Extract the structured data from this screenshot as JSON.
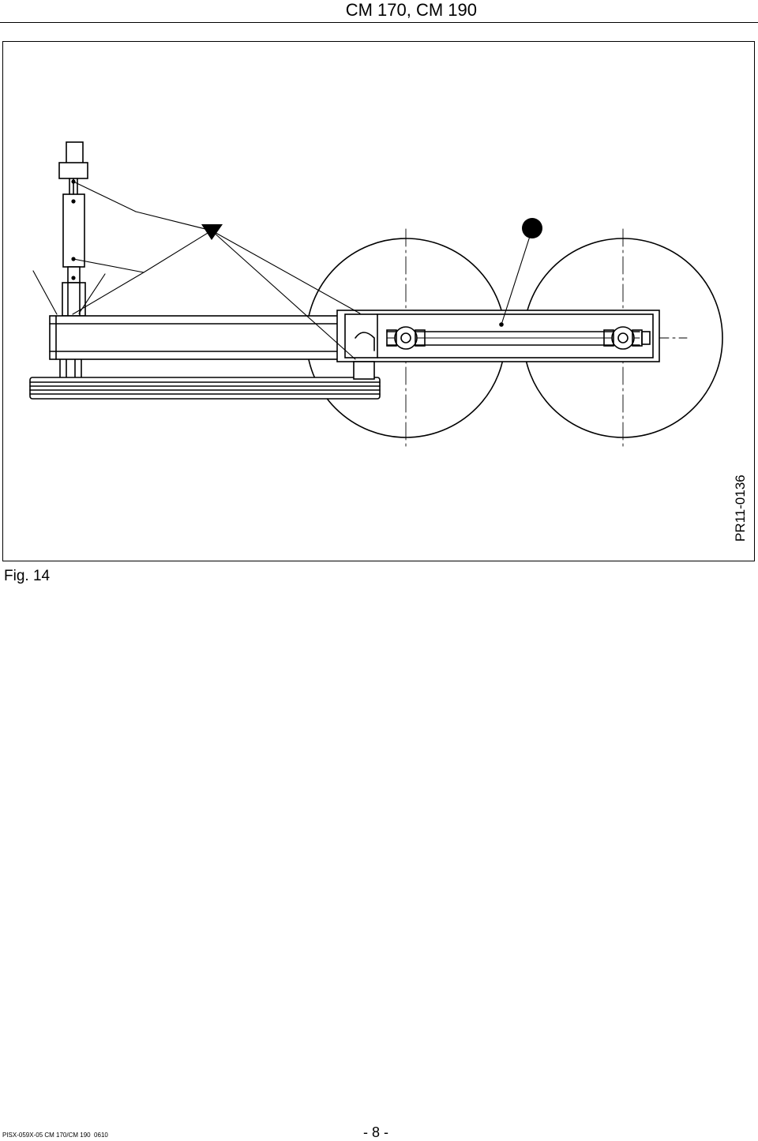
{
  "header": {
    "title": "CM 170, CM 190"
  },
  "figure": {
    "code": "PR11-0136",
    "caption": "Fig. 14"
  },
  "footer": {
    "document_code": "PISX-059X-05 CM 170/CM 190  0610",
    "page_number": "- 8 -"
  }
}
